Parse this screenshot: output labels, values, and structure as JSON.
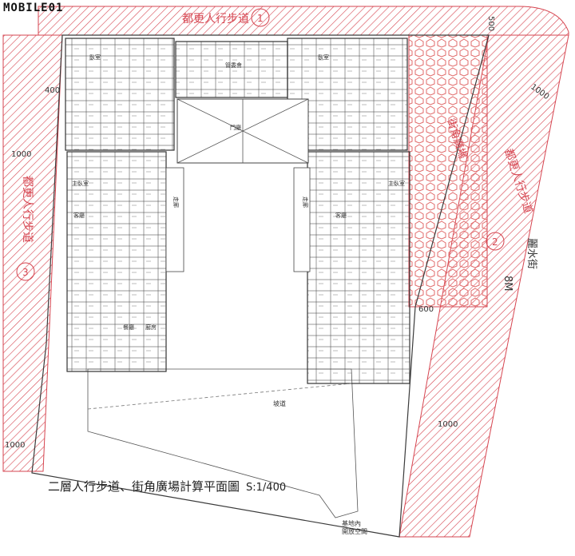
{
  "watermark": "MOBILE01",
  "title": "二層人行步道、街角廣場計算平面圖",
  "scale": "S:1/400",
  "labels": {
    "sidewalk_top": "都更人行步道",
    "sidewalk_left": "都更人行步道",
    "sidewalk_right": "都更人行步道",
    "num_top": "1",
    "num_right": "2",
    "num_left": "3",
    "street": "麗水街",
    "street_width": "8M",
    "corner_plaza": "街角廣場",
    "dim_1000_a": "1000",
    "dim_1000_b": "1000",
    "dim_1000_c": "1000",
    "dim_1000_d": "1000",
    "dim_400": "400",
    "dim_500": "500",
    "dim_600": "600",
    "ramp": "坡道",
    "bottom_note_1": "基地內",
    "bottom_note_2": "開放空間",
    "corridor_left": "走廊",
    "corridor_right": "走廊",
    "bedroom": "臥室",
    "master_bedroom": "主臥室",
    "living": "客廳",
    "dining": "餐廳",
    "kitchen": "廚房",
    "lounge": "管委會",
    "lobby": "門廳"
  },
  "colors": {
    "hatch": "#d64550",
    "line": "#3a3a3a",
    "dot": "#e06a6a"
  }
}
